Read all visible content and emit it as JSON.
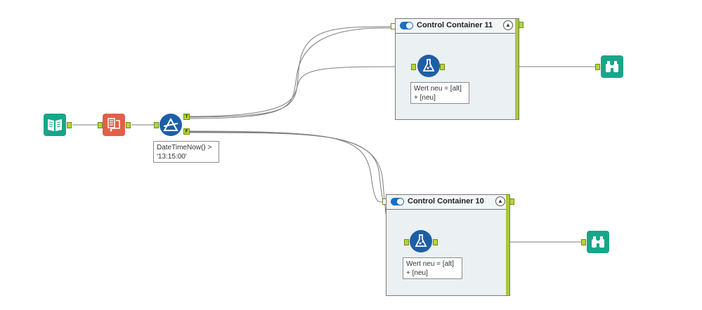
{
  "canvas": {
    "background": "#ffffff"
  },
  "tools": {
    "input": {
      "icon": "book-open-icon",
      "color": "#18a689"
    },
    "select": {
      "icon": "select-columns-icon",
      "color": "#e0604a"
    },
    "filter": {
      "icon": "filter-triangle-icon",
      "color": "#1d5fa6",
      "true_label": "T",
      "false_label": "F"
    },
    "formula_top": {
      "icon": "flask-icon",
      "color": "#1d5fa6"
    },
    "formula_bottom": {
      "icon": "flask-icon",
      "color": "#1d5fa6"
    },
    "browse_top": {
      "icon": "binoculars-icon",
      "color": "#18a689"
    },
    "browse_bottom": {
      "icon": "binoculars-icon",
      "color": "#18a689"
    }
  },
  "annotations": {
    "filter": {
      "line1": "DateTimeNow() >",
      "line2": "'13:15:00'"
    },
    "formula_top": {
      "line1": "Wert neu = [alt]",
      "line2": "+ [neu]"
    },
    "formula_bottom": {
      "line1": "Wert neu = [alt]",
      "line2": "+ [neu]"
    }
  },
  "containers": {
    "top": {
      "title": "Control Container 11",
      "enabled": true
    },
    "bottom": {
      "title": "Control Container 10",
      "enabled": true
    }
  }
}
